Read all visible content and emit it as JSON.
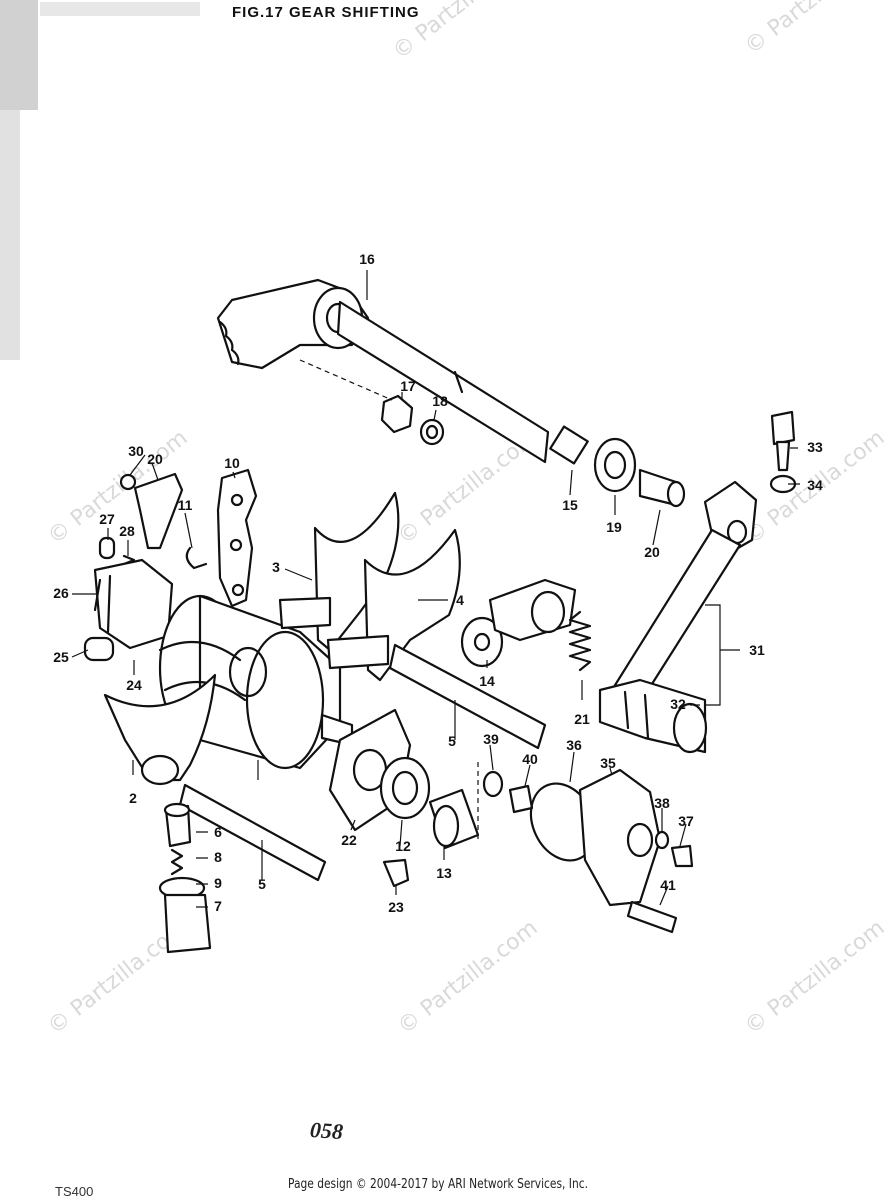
{
  "figure": {
    "title": "FIG.17  GEAR SHIFTING"
  },
  "watermark": {
    "text": "© Partzilla.com"
  },
  "callouts": {
    "c16": "16",
    "c17": "17",
    "c18": "18",
    "c15": "15",
    "c19": "19",
    "c20a": "20",
    "c33": "33",
    "c34": "34",
    "c30": "30",
    "c20b": "20",
    "c10": "10",
    "c11": "11",
    "c27": "27",
    "c28": "28",
    "c26": "26",
    "c25": "25",
    "c24": "24",
    "c3": "3",
    "c4": "4",
    "c14": "14",
    "c21": "21",
    "c31": "31",
    "c32": "32",
    "c2": "2",
    "c5a": "5",
    "c5b": "5",
    "c22": "22",
    "c12": "12",
    "c13": "13",
    "c23": "23",
    "c39": "39",
    "c40": "40",
    "c36": "36",
    "c35": "35",
    "c38": "38",
    "c37": "37",
    "c41": "41",
    "c6": "6",
    "c8": "8",
    "c9": "9",
    "c7": "7"
  },
  "footer": {
    "page_number": "058",
    "model": "TS400",
    "copyright": "Page design © 2004-2017 by ARI Network Services, Inc."
  }
}
